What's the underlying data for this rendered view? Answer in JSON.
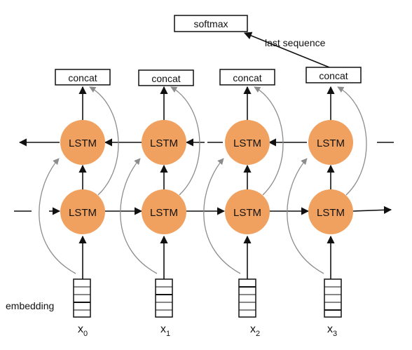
{
  "softmax_label": "softmax",
  "last_sequence_label": "last sequence",
  "embedding_label": "embedding",
  "concat_labels": [
    "concat",
    "concat",
    "concat",
    "concat"
  ],
  "top_lstm_labels": [
    "LSTM",
    "LSTM",
    "LSTM",
    "LSTM"
  ],
  "bottom_lstm_labels": [
    "LSTM",
    "LSTM",
    "LSTM",
    "LSTM"
  ],
  "inputs": [
    {
      "base": "x",
      "sub": "0"
    },
    {
      "base": "x",
      "sub": "1"
    },
    {
      "base": "x",
      "sub": "2"
    },
    {
      "base": "x",
      "sub": "3"
    }
  ],
  "colors": {
    "lstm_fill": "#f0a15f",
    "arrow": "#111111",
    "skip_arrow": "#8c8c8c",
    "box_stroke": "#111111"
  }
}
